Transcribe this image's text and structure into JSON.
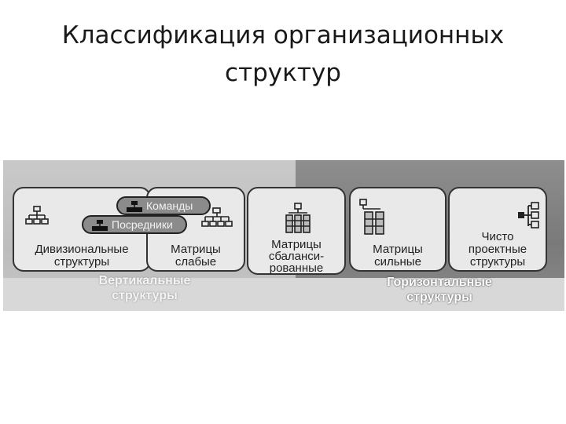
{
  "title": {
    "line1": "Классификация организационных",
    "line2": "структур"
  },
  "cards": {
    "divisional": {
      "line1": "Дивизиональные",
      "line2": "структуры",
      "icon": "org-chart-icon"
    },
    "matrix_weak": {
      "line1": "Матрицы",
      "line2": "слабые",
      "icon": "org-chart-icon"
    },
    "matrix_balanced": {
      "line1": "Матрицы",
      "line2": "сбаланси-",
      "line3": "рованные",
      "icon": "matrix-balanced-icon"
    },
    "matrix_strong": {
      "line1": "Матрицы",
      "line2": "сильные",
      "icon": "matrix-strong-icon"
    },
    "pure_project": {
      "line1": "Чисто",
      "line2": "проектные",
      "line3": "структуры",
      "icon": "project-structure-icon"
    }
  },
  "pills": {
    "teams": {
      "label": "Команды",
      "icon": "team-icon"
    },
    "intermediaries": {
      "label": "Посредники",
      "icon": "team-icon"
    }
  },
  "groups": {
    "vertical": {
      "line1": "Вертикальные",
      "line2": "структуры"
    },
    "horizontal": {
      "line1": "Горизонтальные",
      "line2": "структуры"
    }
  }
}
